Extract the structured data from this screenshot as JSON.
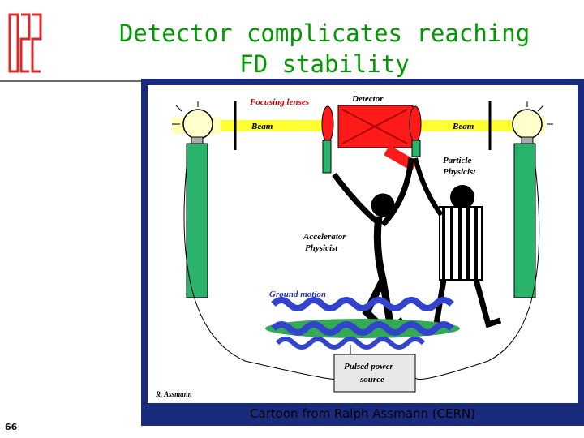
{
  "slide": {
    "title_line1": "Detector complicates reaching",
    "title_line2": "FD stability",
    "caption": "Cartoon from Ralph Assmann (CERN)",
    "page_number": "66"
  },
  "cartoon": {
    "labels": {
      "focusing_lenses": "Focusing lenses",
      "detector": "Detector",
      "beam_left": "Beam",
      "beam_right": "Beam",
      "particle_physicist_1": "Particle",
      "particle_physicist_2": "Physicist",
      "accelerator_physicist_1": "Accelerator",
      "accelerator_physicist_2": "Physicist",
      "ground_motion": "Ground motion",
      "pulsed_power_1": "Pulsed power",
      "pulsed_power_2": "source",
      "author": "R. Assmann"
    }
  },
  "colors": {
    "title": "#009900",
    "logo": "#d42a2a",
    "frame": "#1a2b7e",
    "beam": "#ffff33",
    "detector": "#ff1a1a",
    "pillar": "#29b36b",
    "ground_wave": "#3344cc",
    "label_red": "#cc0000"
  }
}
